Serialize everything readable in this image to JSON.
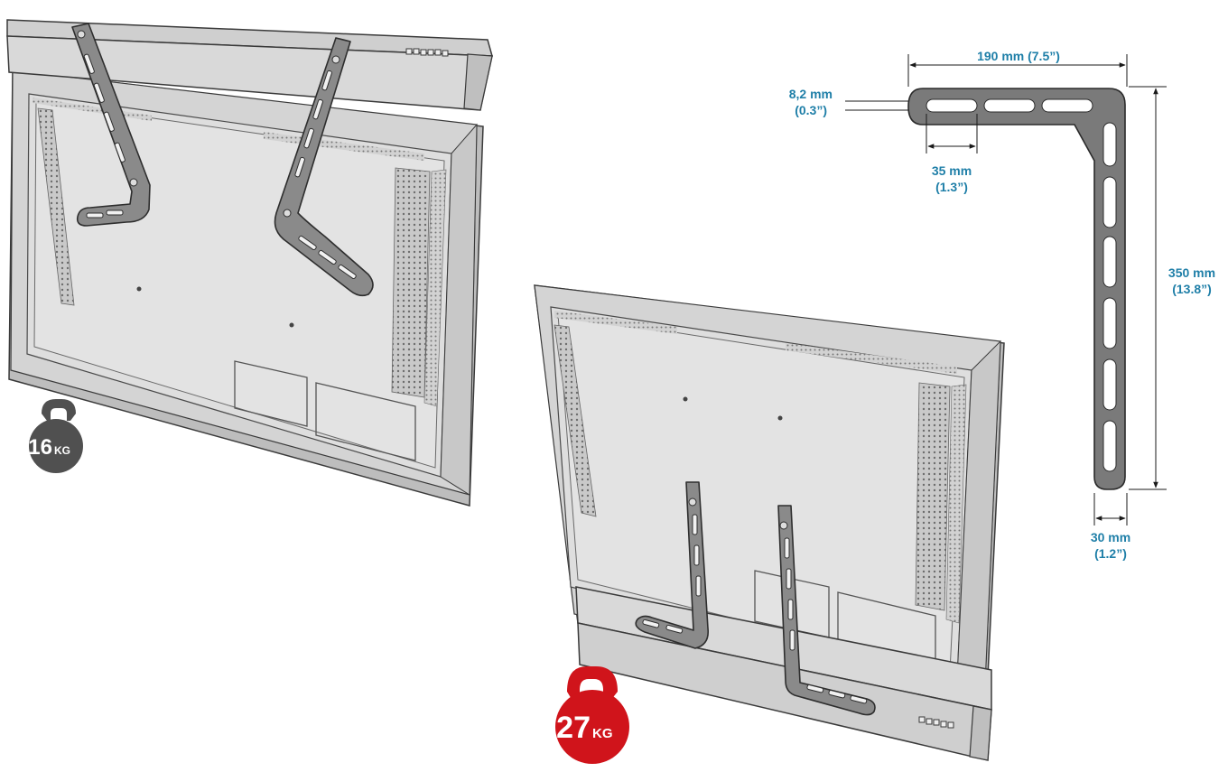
{
  "dimensions": {
    "width": {
      "value": "190 mm (7.5”)"
    },
    "thickness": {
      "value": "8,2 mm",
      "imperial": "(0.3”)"
    },
    "slot_length": {
      "value": "35 mm",
      "imperial": "(1.3”)"
    },
    "height": {
      "value": "350 mm",
      "imperial": "(13.8”)"
    },
    "arm_width": {
      "value": "30 mm",
      "imperial": "(1.2”)"
    }
  },
  "badges": {
    "top_mount": {
      "number": "16",
      "unit": "KG",
      "color": "#505050"
    },
    "bottom_mount": {
      "number": "27",
      "unit": "KG",
      "color": "#d0141b"
    }
  },
  "colors": {
    "dimension": "#1f7fa8",
    "bracket": "#7a7a7a",
    "outline": "#3a3a3a",
    "tv_face": "#dcdcdc",
    "tv_edge": "#bdbdbd"
  }
}
